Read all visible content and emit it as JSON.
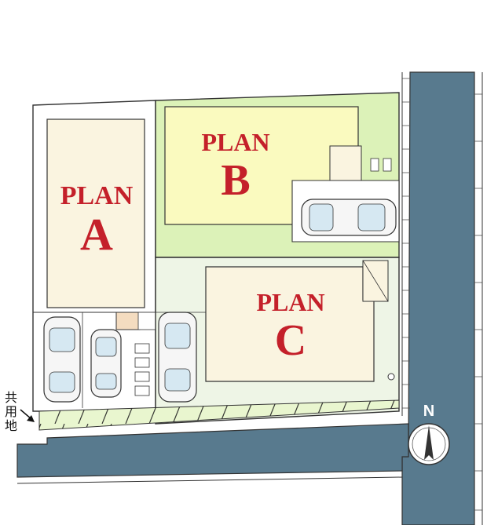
{
  "plans": [
    {
      "id": "A",
      "word": "PLAN",
      "letter": "A"
    },
    {
      "id": "B",
      "word": "PLAN",
      "letter": "B"
    },
    {
      "id": "C",
      "word": "PLAN",
      "letter": "C"
    }
  ],
  "shared_land": {
    "chars": [
      "共",
      "用",
      "地"
    ]
  },
  "compass": {
    "label": "N"
  },
  "colors": {
    "road": "#587a8e",
    "lot_plan_b": "#dcf2b8",
    "house_b": "#fafabf",
    "house_tan": "#faf4e0",
    "lot_plan_c": "#eef5e6",
    "lot_plan_a": "#ffffff",
    "label_red": "#c4202a",
    "entrance": "#f4dcc0"
  }
}
